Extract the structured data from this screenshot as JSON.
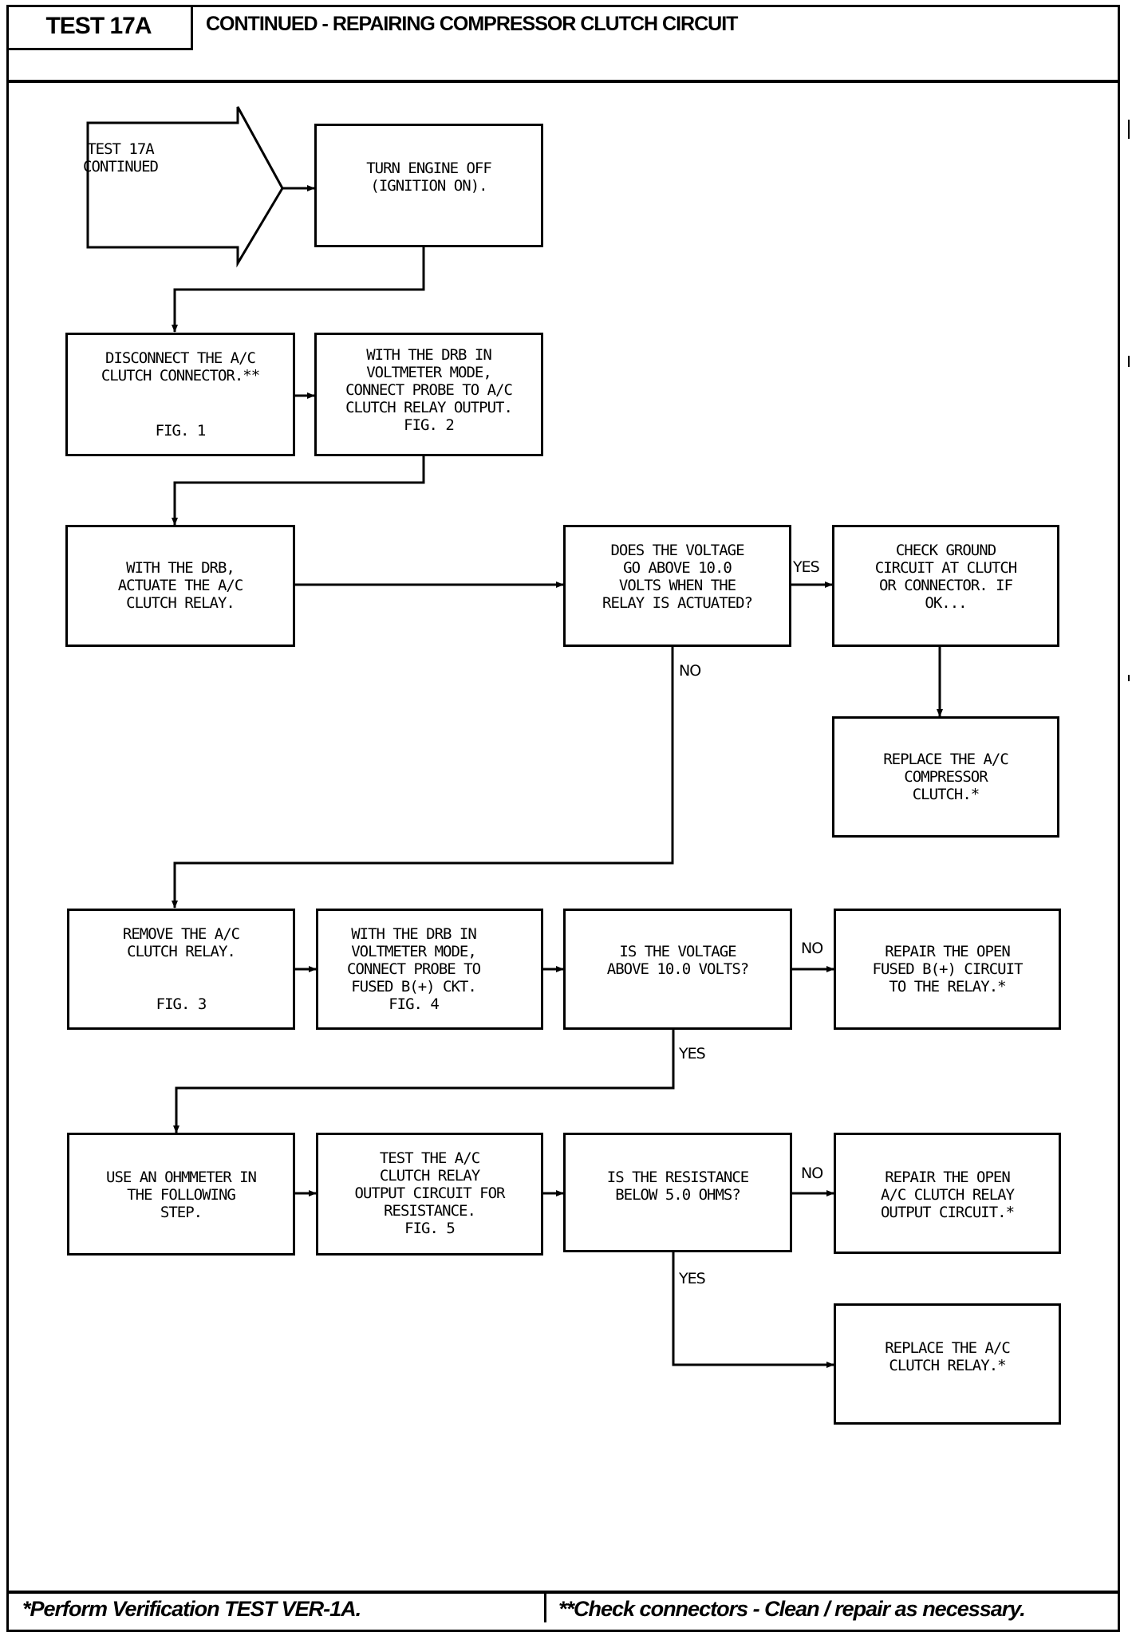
{
  "header": {
    "badge": "TEST 17A",
    "title": "CONTINUED - REPAIRING COMPRESSOR CLUTCH CIRCUIT"
  },
  "footer": {
    "left_note": "*Perform Verification TEST VER-1A.",
    "right_note": "**Check connectors - Clean / repair as necessary."
  },
  "flowchart": {
    "start": {
      "line1": "TEST 17A",
      "line2": "CONTINUED"
    },
    "steps": {
      "turn_engine_off": "TURN ENGINE OFF\n(IGNITION ON).",
      "disconnect_connector": "DISCONNECT THE A/C\nCLUTCH CONNECTOR.**",
      "disconnect_connector_fig": "FIG. 1",
      "probe_relay_output": "WITH THE DRB IN\nVOLTMETER MODE,\nCONNECT PROBE TO A/C\nCLUTCH RELAY OUTPUT.\nFIG. 2",
      "actuate_relay": "WITH THE DRB,\nACTUATE THE A/C\nCLUTCH RELAY.",
      "q_voltage_actuated": "DOES THE VOLTAGE\nGO ABOVE 10.0\nVOLTS WHEN THE\nRELAY IS ACTUATED?",
      "check_ground": "CHECK GROUND\nCIRCUIT AT CLUTCH\nOR CONNECTOR. IF\nOK...",
      "replace_clutch": "REPLACE THE A/C\nCOMPRESSOR\nCLUTCH.*",
      "remove_relay": "REMOVE THE A/C\nCLUTCH RELAY.",
      "remove_relay_fig": "FIG. 3",
      "probe_fused_b": "WITH THE DRB IN\nVOLTMETER MODE,\nCONNECT PROBE TO\nFUSED B(+) CKT.\nFIG. 4",
      "q_voltage_above": "IS THE VOLTAGE\nABOVE 10.0 VOLTS?",
      "repair_fused_b": "REPAIR THE OPEN\nFUSED B(+) CIRCUIT\nTO THE RELAY.*",
      "use_ohmmeter": "USE AN OHMMETER IN\nTHE FOLLOWING\nSTEP.",
      "test_relay_output": "TEST THE A/C\nCLUTCH RELAY\nOUTPUT CIRCUIT FOR\nRESISTANCE.\nFIG. 5",
      "q_resistance": "IS THE RESISTANCE\nBELOW 5.0 OHMS?",
      "repair_relay_output": "REPAIR THE OPEN\nA/C CLUTCH RELAY\nOUTPUT CIRCUIT.*",
      "replace_relay": "REPLACE THE A/C\nCLUTCH RELAY.*"
    },
    "branch_labels": {
      "q1_yes": "YES",
      "q1_no": "NO",
      "q2_no": "NO",
      "q2_yes": "YES",
      "q3_no": "NO",
      "q3_yes": "YES"
    }
  }
}
